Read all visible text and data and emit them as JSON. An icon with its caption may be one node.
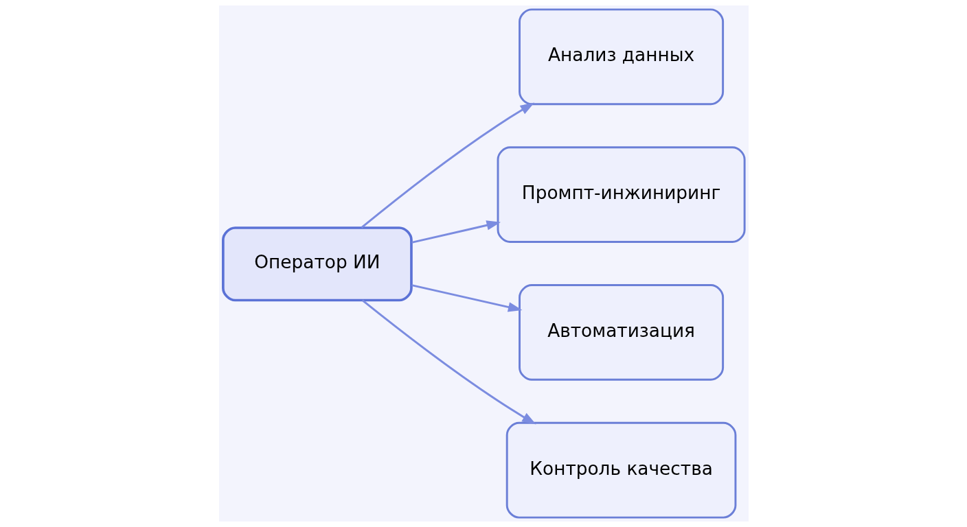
{
  "diagram": {
    "nodes": [
      {
        "text": [
          "Оператор ИИ"
        ]
      },
      {
        "text": [
          "Анализ данных"
        ]
      },
      {
        "text": [
          "Промпт-инжиниринг"
        ]
      },
      {
        "text": [
          "Автоматизация"
        ]
      },
      {
        "text": [
          "Контроль качества"
        ]
      }
    ],
    "edges": [
      {
        "from": 0,
        "to": 1,
        "arrow": "to"
      },
      {
        "from": 0,
        "to": 2,
        "arrow": "to"
      },
      {
        "from": 0,
        "to": 3,
        "arrow": "to"
      },
      {
        "from": 0,
        "to": 4,
        "arrow": "to"
      }
    ]
  }
}
